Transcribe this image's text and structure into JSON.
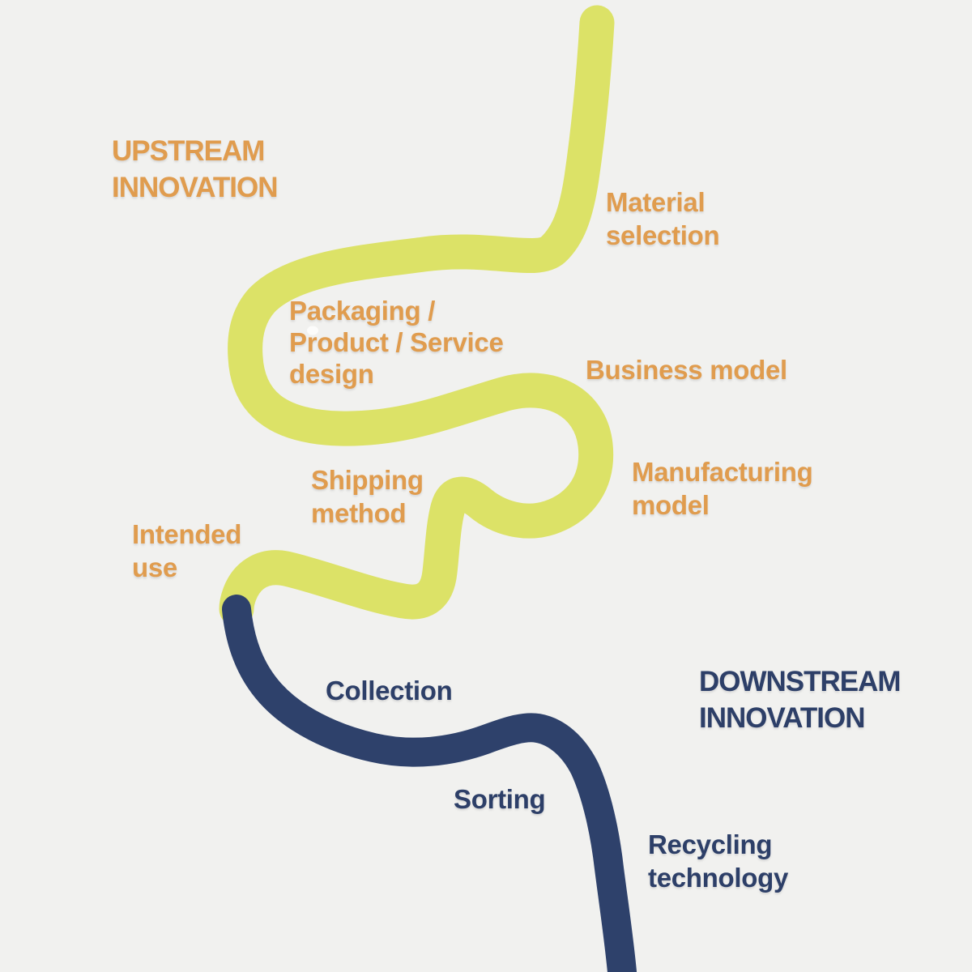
{
  "diagram": {
    "colors": {
      "background": "#f1f1ef",
      "upstream_path": "#dce267",
      "downstream_path": "#2e416b",
      "upstream_text": "#e09c4e",
      "downstream_text": "#2d3f68"
    },
    "upstream": {
      "title": "UPSTREAM\nINNOVATION",
      "labels": {
        "material": "Material\nselection",
        "packaging": "Packaging /\nProduct / Service\ndesign",
        "business": "Business model",
        "manufacturing": "Manufacturing\nmodel",
        "shipping": "Shipping\nmethod",
        "intended": "Intended\nuse"
      }
    },
    "downstream": {
      "title": "DOWNSTREAM\nINNOVATION",
      "labels": {
        "collection": "Collection",
        "sorting": "Sorting",
        "recycling": "Recycling\ntechnology"
      }
    }
  }
}
